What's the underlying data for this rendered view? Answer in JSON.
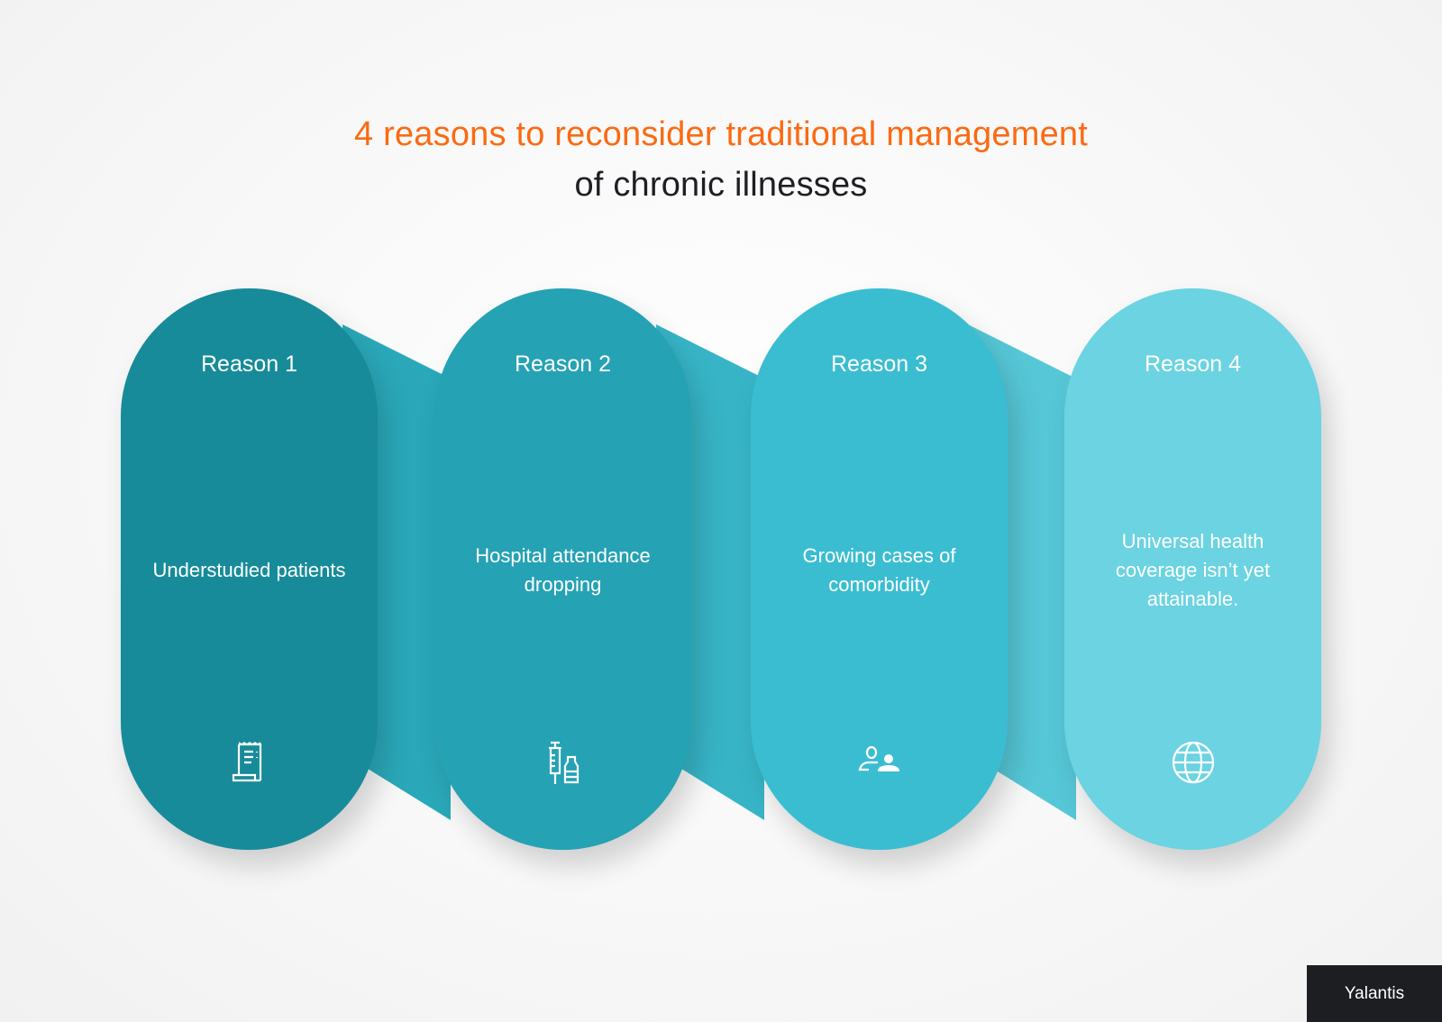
{
  "title": {
    "line1": "4 reasons to reconsider traditional management",
    "line2": "of chronic illnesses"
  },
  "reasons": [
    {
      "label": "Reason 1",
      "description": "Understudied patients",
      "icon": "receipt-icon",
      "color": "#178b99"
    },
    {
      "label": "Reason 2",
      "description": "Hospital attendance dropping",
      "icon": "syringe-bottle-icon",
      "color": "#25a2b4"
    },
    {
      "label": "Reason 3",
      "description": "Growing cases of comorbidity",
      "icon": "users-icon",
      "color": "#3bbdd1"
    },
    {
      "label": "Reason 4",
      "description": "Universal health coverage isn’t yet attainable.",
      "icon": "globe-icon",
      "color": "#6bd3e1"
    }
  ],
  "logo": {
    "text": "Yalantis"
  },
  "colors": {
    "accent": "#fb6a12",
    "dark": "#1e1f24"
  }
}
